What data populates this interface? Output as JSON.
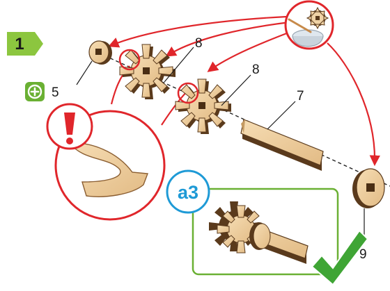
{
  "step": {
    "number": "1"
  },
  "parts": {
    "p5": "5",
    "p8a": "8",
    "p8b": "8",
    "p7": "7",
    "p9": "9"
  },
  "callout": {
    "label": "a3"
  },
  "colors": {
    "arrow": "#e0262b",
    "step_badge": "#8cc63f",
    "plus_badge": "#6ab033",
    "callout_frame": "#6ab033",
    "callout_label": "#1e9ad6",
    "wood_light": "#f0d3a6",
    "wood_dark": "#5a3a1c",
    "check": "#3fa535"
  },
  "icons": [
    "plus-badge-icon",
    "warning-exclamation-icon",
    "glue-bowl-icon",
    "checkmark-icon"
  ]
}
